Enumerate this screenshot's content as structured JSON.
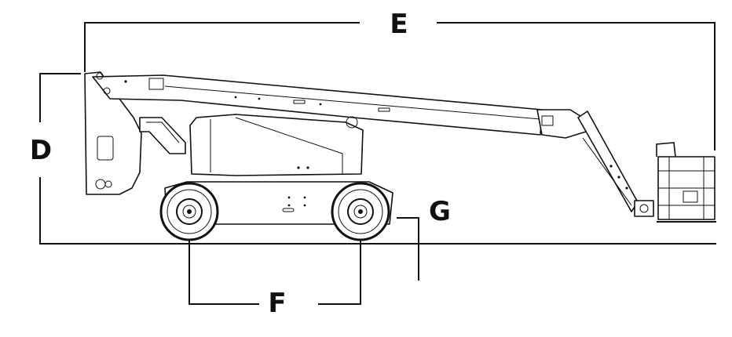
{
  "labels": {
    "d": "D",
    "e": "E",
    "f": "F",
    "g": "G"
  },
  "colors": {
    "ink": "#111111",
    "background": "#ffffff"
  }
}
